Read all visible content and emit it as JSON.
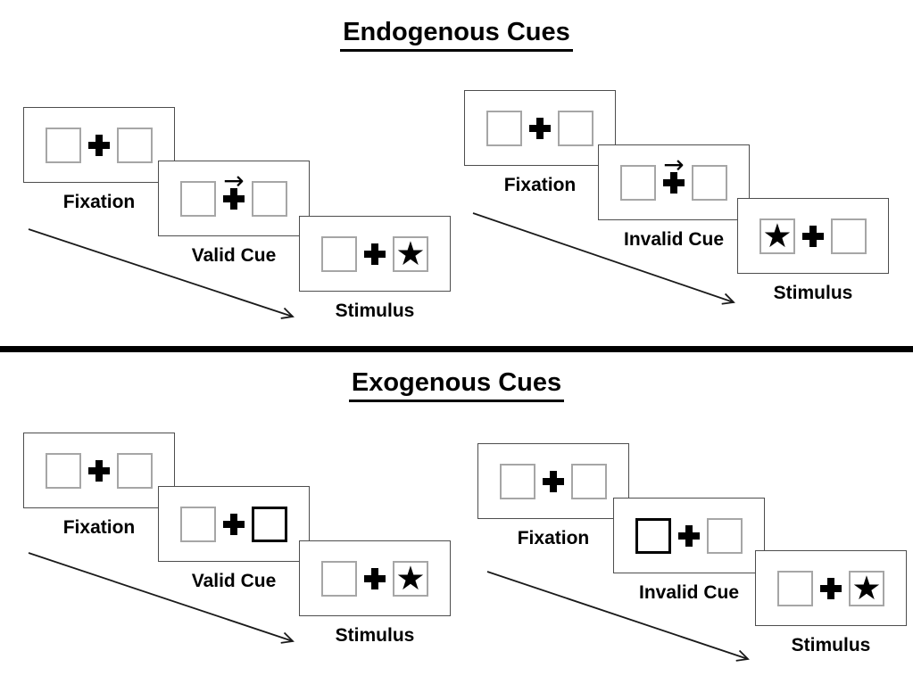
{
  "glyphs": {
    "star": "★",
    "cue_arrow": "→"
  },
  "colors": {
    "ink": "#000000",
    "panel_border": "#4d4d4d",
    "square_border": "#a6a6a6"
  },
  "sections": {
    "endogenous": {
      "title": "Endogenous Cues",
      "valid_trial": {
        "fixation_label": "Fixation",
        "cue_label": "Valid Cue",
        "stimulus_label": "Stimulus"
      },
      "invalid_trial": {
        "fixation_label": "Fixation",
        "cue_label": "Invalid Cue",
        "stimulus_label": "Stimulus"
      }
    },
    "exogenous": {
      "title": "Exogenous Cues",
      "valid_trial": {
        "fixation_label": "Fixation",
        "cue_label": "Valid Cue",
        "stimulus_label": "Stimulus"
      },
      "invalid_trial": {
        "fixation_label": "Fixation",
        "cue_label": "Invalid Cue",
        "stimulus_label": "Stimulus"
      }
    }
  }
}
